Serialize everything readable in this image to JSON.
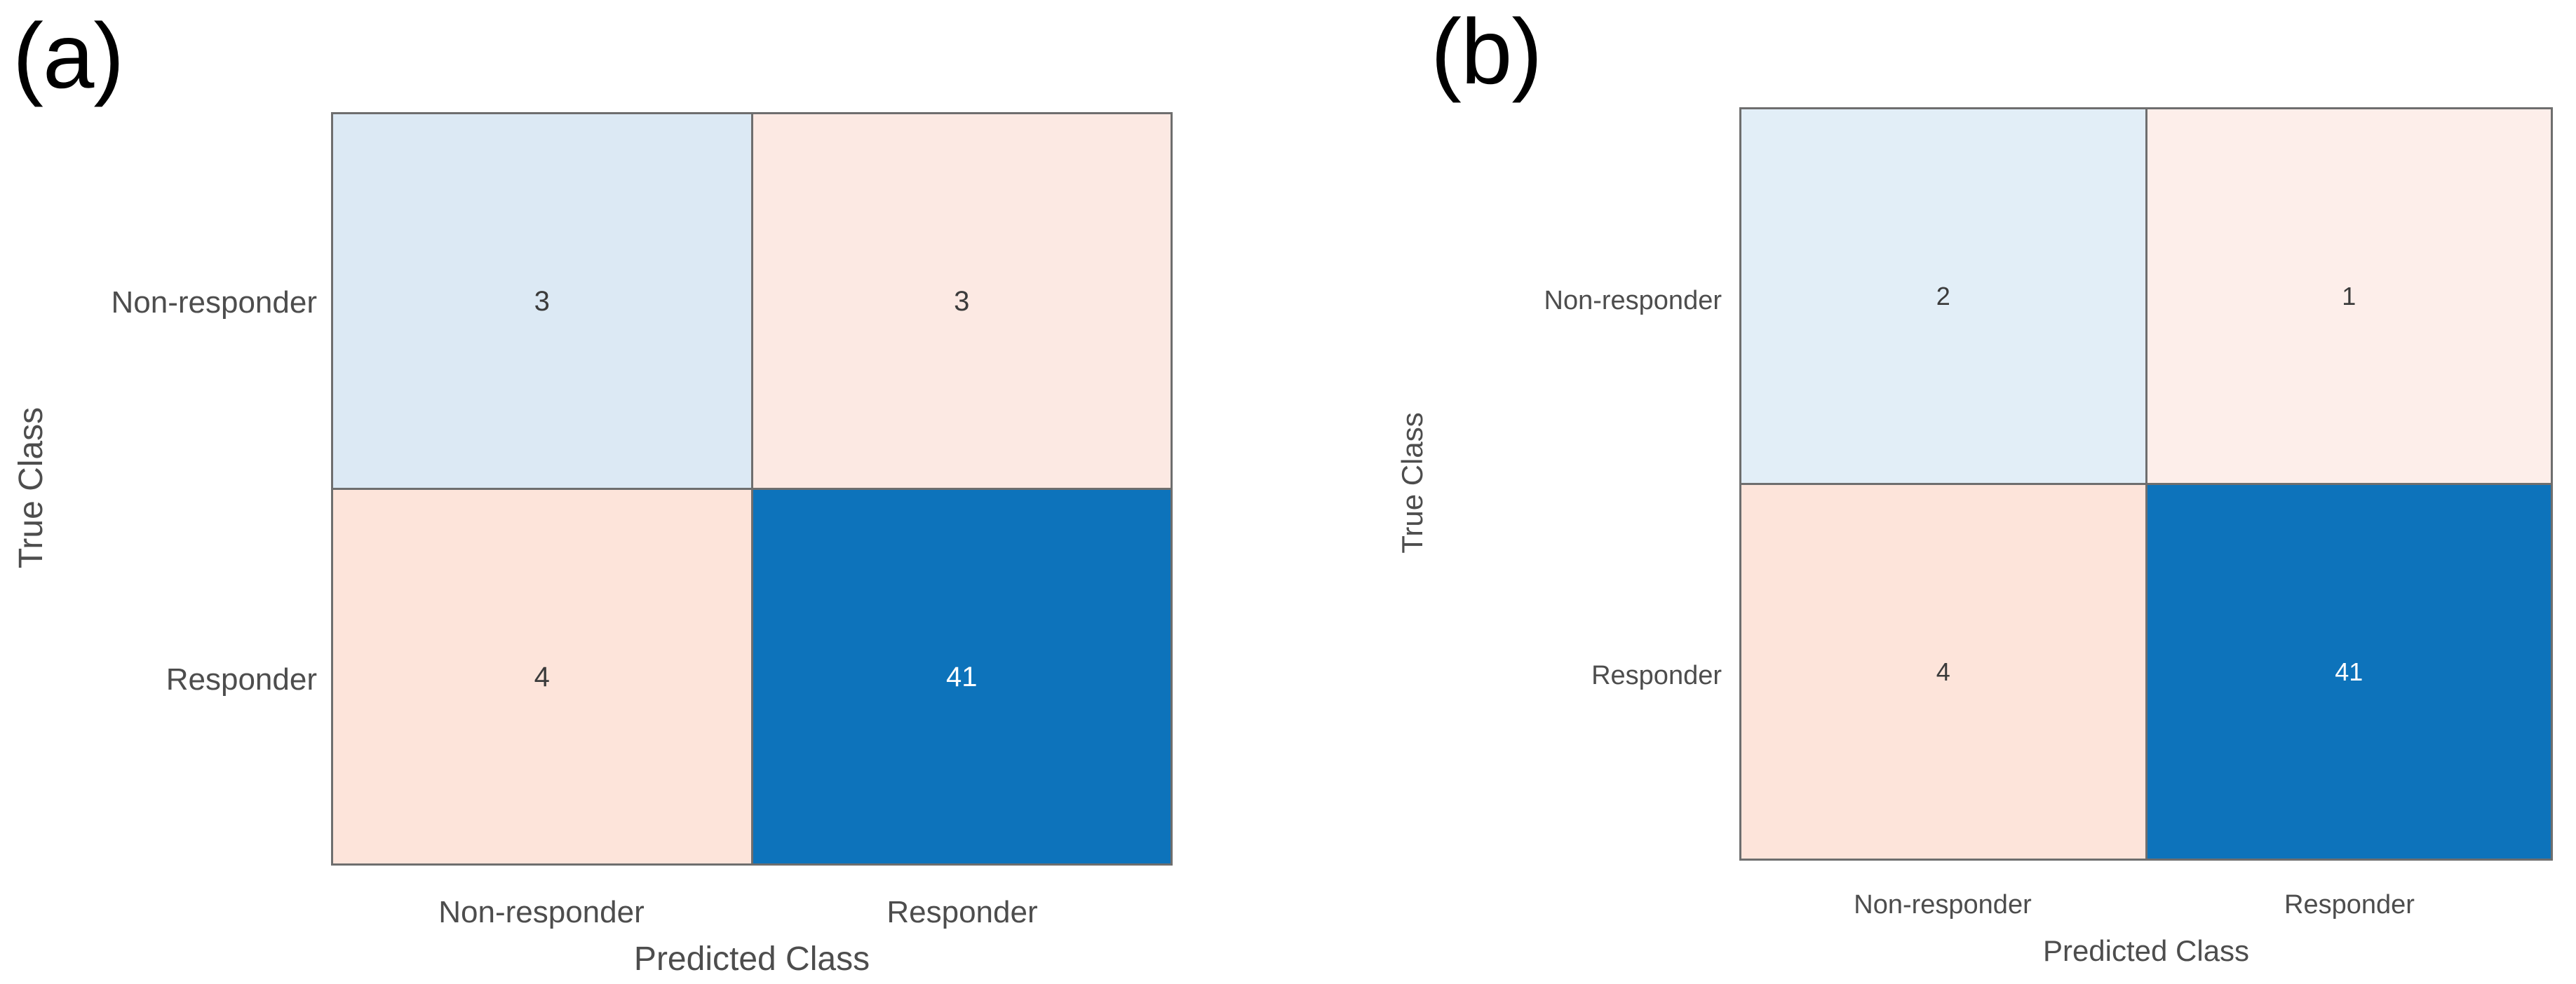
{
  "figure": {
    "background": "#ffffff",
    "panels": [
      {
        "letter": "(a)",
        "xlabel": "Predicted Class",
        "ylabel": "True Class",
        "xticks": [
          "Non-responder",
          "Responder"
        ],
        "yticks": [
          "Non-responder",
          "Responder"
        ],
        "cells": [
          {
            "value": "3",
            "fill": "#dce9f4",
            "text_color": "#3b3b3b"
          },
          {
            "value": "3",
            "fill": "#fce9e3",
            "text_color": "#3b3b3b"
          },
          {
            "value": "4",
            "fill": "#fde4da",
            "text_color": "#3b3b3b"
          },
          {
            "value": "41",
            "fill": "#0d73bb",
            "text_color": "#ffffff"
          }
        ]
      },
      {
        "letter": "(b)",
        "xlabel": "Predicted Class",
        "ylabel": "True Class",
        "xticks": [
          "Non-responder",
          "Responder"
        ],
        "yticks": [
          "Non-responder",
          "Responder"
        ],
        "cells": [
          {
            "value": "2",
            "fill": "#e2eef7",
            "text_color": "#3b3b3b"
          },
          {
            "value": "1",
            "fill": "#fdeeea",
            "text_color": "#3b3b3b"
          },
          {
            "value": "4",
            "fill": "#fde4da",
            "text_color": "#3b3b3b"
          },
          {
            "value": "41",
            "fill": "#0d73bb",
            "text_color": "#ffffff"
          }
        ]
      }
    ],
    "colors": {
      "grid_line": "#6e6e6e",
      "text": "#4d4d4d",
      "accent_blue": "#0d73bb",
      "accent_peach": "#fde4da"
    }
  },
  "chart_data": {
    "type": "heatmap",
    "title": "",
    "subtitle": "",
    "charts": [
      {
        "panel": "(a)",
        "type": "heatmap",
        "title": "",
        "xlabel": "Predicted Class",
        "ylabel": "True Class",
        "x_categories": [
          "Non-responder",
          "Responder"
        ],
        "y_categories": [
          "Non-responder",
          "Responder"
        ],
        "matrix": [
          [
            3,
            3
          ],
          [
            4,
            41
          ]
        ],
        "annotations": [
          "3",
          "3",
          "4",
          "41"
        ],
        "grid": true,
        "legend": "none",
        "cell_colors": [
          [
            "#dce9f4",
            "#fce9e3"
          ],
          [
            "#fde4da",
            "#0d73bb"
          ]
        ]
      },
      {
        "panel": "(b)",
        "type": "heatmap",
        "title": "",
        "xlabel": "Predicted Class",
        "ylabel": "True Class",
        "x_categories": [
          "Non-responder",
          "Responder"
        ],
        "y_categories": [
          "Non-responder",
          "Responder"
        ],
        "matrix": [
          [
            2,
            1
          ],
          [
            4,
            41
          ]
        ],
        "annotations": [
          "2",
          "1",
          "4",
          "41"
        ],
        "grid": true,
        "legend": "none",
        "cell_colors": [
          [
            "#e2eef7",
            "#fdeeea"
          ],
          [
            "#fde4da",
            "#0d73bb"
          ]
        ]
      }
    ]
  }
}
